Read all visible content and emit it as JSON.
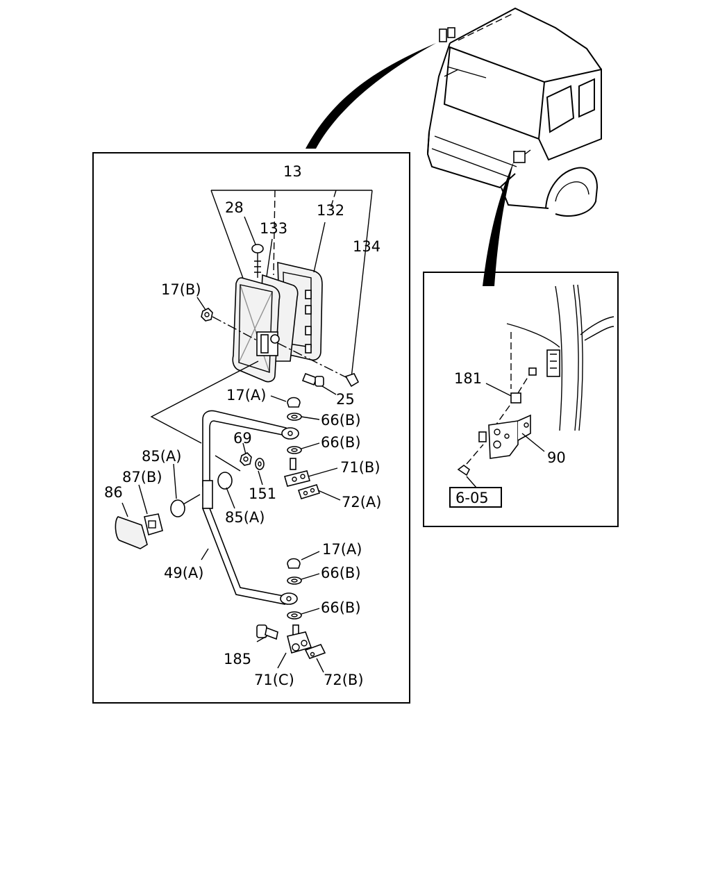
{
  "labels": {
    "mirror_assembly": "13",
    "screw": "28",
    "mirror_glass": "133",
    "mirror_housing": "132",
    "clip": "134",
    "nut_17b": "17(B)",
    "bolt_25": "25",
    "cap_nut_upper": "17(A)",
    "washer_66b_1": "66(B)",
    "washer_66b_2": "66(B)",
    "nut_69": "69",
    "bracket_71b": "71(B)",
    "washer_151": "151",
    "plate_72a": "72(A)",
    "cap_85a_left": "85(A)",
    "cap_85a_right": "85(A)",
    "clamp_87b": "87(B)",
    "cover_86": "86",
    "stay_49a": "49(A)",
    "cap_nut_lower": "17(A)",
    "washer_66b_3": "66(B)",
    "washer_66b_4": "66(B)",
    "bolt_185": "185",
    "bracket_71c": "71(C)",
    "plate_72b": "72(B)",
    "plate_181": "181",
    "bracket_90": "90",
    "ref_box": "6-05"
  }
}
